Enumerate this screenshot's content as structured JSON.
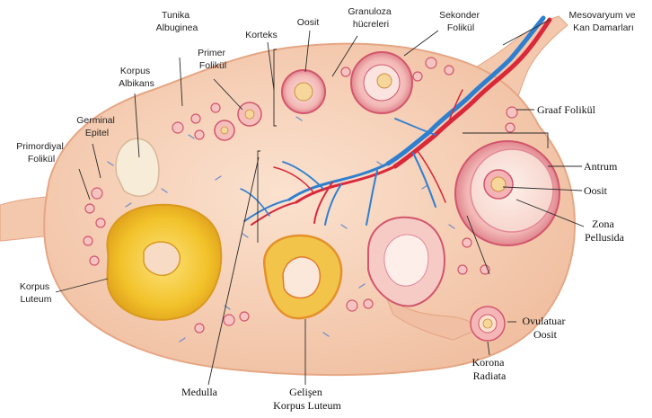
{
  "labels": {
    "tunika": [
      "Tunika",
      "Albuginea"
    ],
    "oosit_top": [
      "Oosit"
    ],
    "granuloza": [
      "Granuloza",
      "hücreleri"
    ],
    "sekonder": [
      "Sekonder",
      "Folikül"
    ],
    "mesovaryum": [
      "Mesovaryum ve",
      "Kan Damarları"
    ],
    "korteks": [
      "Korteks"
    ],
    "primer": [
      "Primer",
      "Folikül"
    ],
    "korpus_albikans": [
      "Korpus",
      "Albikans"
    ],
    "germinal": [
      "Germinal",
      "Epitel"
    ],
    "primordiyal": [
      "Primordiyal",
      "Folikül"
    ],
    "graaf": [
      "Graaf Folikül"
    ],
    "antrum": [
      "Antrum"
    ],
    "oosit_right": [
      "Oosit"
    ],
    "zona": [
      "Zona",
      "Pellusida"
    ],
    "korpus_luteum": [
      "Korpus",
      "Luteum"
    ],
    "ovulatuar": [
      "Ovulatuar",
      "Oosit"
    ],
    "korona": [
      "Korona",
      "Radiata"
    ],
    "medulla": [
      "Medulla"
    ],
    "gelisen": [
      "Gelişen",
      "Korpus Luteum"
    ]
  },
  "colors": {
    "background": "#ffffff",
    "ovary_fill": "#f6cdb0",
    "ovary_edge": "#e6a684",
    "artery": "#d8283a",
    "vein": "#2f7fd0",
    "follicle_edge": "#d2566c",
    "follicle_fill": "#f5b8b8",
    "luteum_yellow": "#f2c22a",
    "luteum_orange": "#e8931f",
    "albicans": "#f7ecd8",
    "oocyte": "#f6d69a"
  }
}
